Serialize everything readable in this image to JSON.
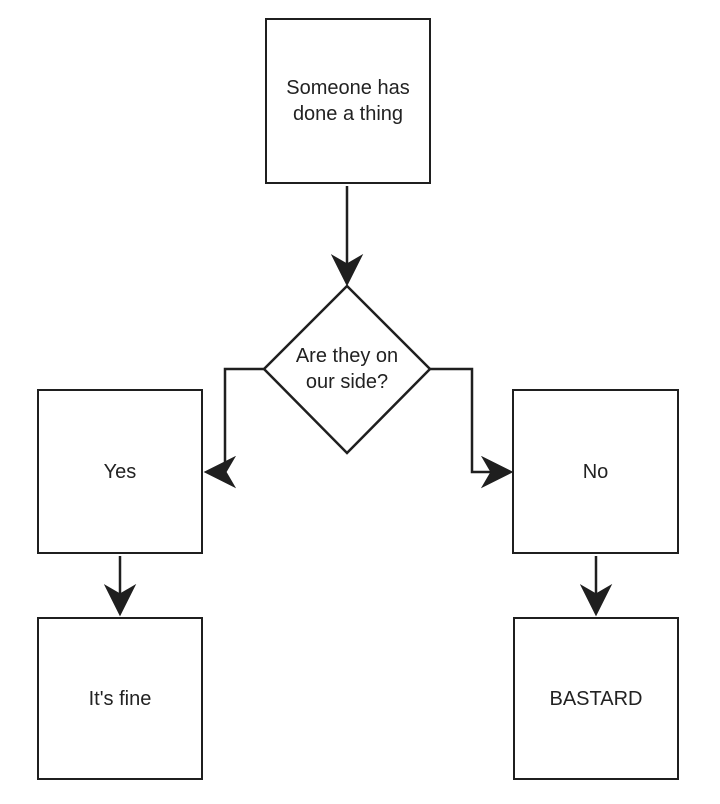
{
  "diagram": {
    "type": "flowchart",
    "background_color": "#ffffff",
    "stroke_color": "#1f1f1f",
    "nodes": {
      "start": {
        "label": "Someone has done a thing",
        "shape": "rectangle"
      },
      "decision": {
        "label": "Are they on our side?",
        "shape": "diamond"
      },
      "yes": {
        "label": "Yes",
        "shape": "rectangle"
      },
      "no": {
        "label": "No",
        "shape": "rectangle"
      },
      "fine": {
        "label": "It's fine",
        "shape": "rectangle"
      },
      "bastard": {
        "label": "BASTARD",
        "shape": "rectangle"
      }
    },
    "edges": [
      {
        "from": "start",
        "to": "decision"
      },
      {
        "from": "decision",
        "to": "yes"
      },
      {
        "from": "decision",
        "to": "no"
      },
      {
        "from": "yes",
        "to": "fine"
      },
      {
        "from": "no",
        "to": "bastard"
      }
    ]
  }
}
